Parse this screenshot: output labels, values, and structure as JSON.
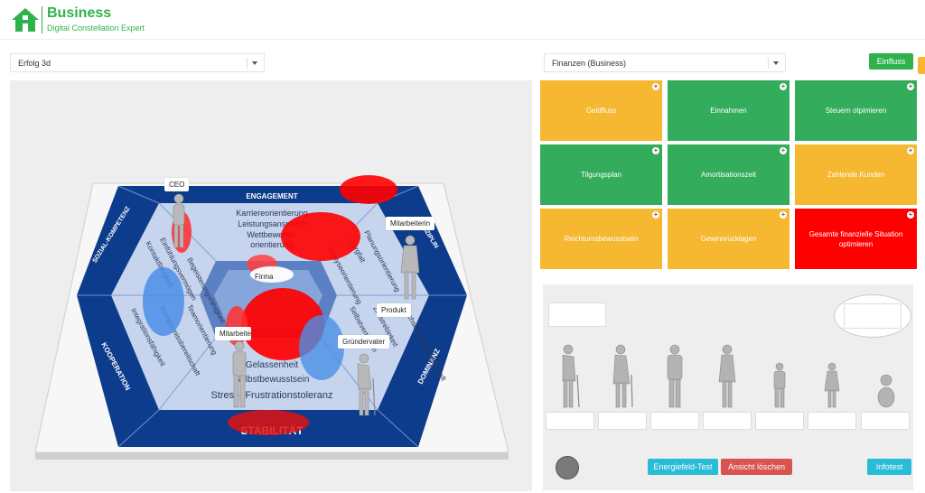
{
  "header": {
    "title": "Business",
    "subtitle": "Digital Constellation Expert"
  },
  "left_select": {
    "value": "Erfolg 3d"
  },
  "right_select": {
    "value": "Finanzen (Business)"
  },
  "buttons": {
    "einfluss": "Einfluss",
    "energiefeld_test": "Energiefeld-Test",
    "ansicht_loeschen": "Ansicht löschen",
    "infotest": "Infotest"
  },
  "board": {
    "top_section": "ENGAGEMENT",
    "top_lines": [
      "Karriereorientierung",
      "Leistungsanspruch",
      "Wettbewerbs-",
      "orientierung"
    ],
    "left_upper_section": "SOZIAL-KOMPETENZ",
    "left_upper_lines": [
      "Kontaktfähigkeit",
      "Einfühlungsvermögen",
      "Begeisterungsfähigkeit"
    ],
    "left_lower_section": "KOOPERATION",
    "left_lower_lines": [
      "Integrationsfähigkeit",
      "Kompromissbereitschaft",
      "Teamorientierung"
    ],
    "right_upper_section": "DISZIPLIN",
    "right_upper_lines": [
      "Planungsorientierung",
      "Sorgfalt",
      "Analyseorientierung"
    ],
    "right_lower_section": "DOMINANZ",
    "right_lower_lines": [
      "Durchsetzungsbereitschaft",
      "Zielstrebigkeit",
      "Selbstvertrauen"
    ],
    "bottom_section": "STABILITÄT",
    "bottom_lines": [
      "Gelassenheit",
      "Selbstbewusstsein",
      "Stress-/Frustrationstoleranz"
    ]
  },
  "persons": {
    "ceo": "CEO",
    "mitarbeiterin": "Mitarbeiterin",
    "firma": "Firma",
    "produkt": "Produkt",
    "mitarbeiter": "Mitarbeiter",
    "gruendervater": "Gründervater"
  },
  "tiles": [
    {
      "label": "Geldfluss",
      "color": "orange"
    },
    {
      "label": "Einnahmen",
      "color": "green"
    },
    {
      "label": "Steuern otpimieren",
      "color": "green"
    },
    {
      "label": "Tilgungsplan",
      "color": "green"
    },
    {
      "label": "Amortisationszeit",
      "color": "green"
    },
    {
      "label": "Zahlende Kunden",
      "color": "orange"
    },
    {
      "label": "Reichtumsbewusstsein",
      "color": "orange"
    },
    {
      "label": "Gewinnrücklagen",
      "color": "orange"
    },
    {
      "label": "Gesamte finanzielle Situation optimieren",
      "color": "red"
    }
  ],
  "colors": {
    "brand": "#2fb24c",
    "orange": "#f6b731",
    "green": "#33ad5c",
    "red": "#ff0000",
    "board_blue": "#0d3c8c",
    "cyan": "#29bcd6"
  },
  "icons": {
    "logo": "house-icon",
    "tile_add": "plus-circle-icon"
  }
}
